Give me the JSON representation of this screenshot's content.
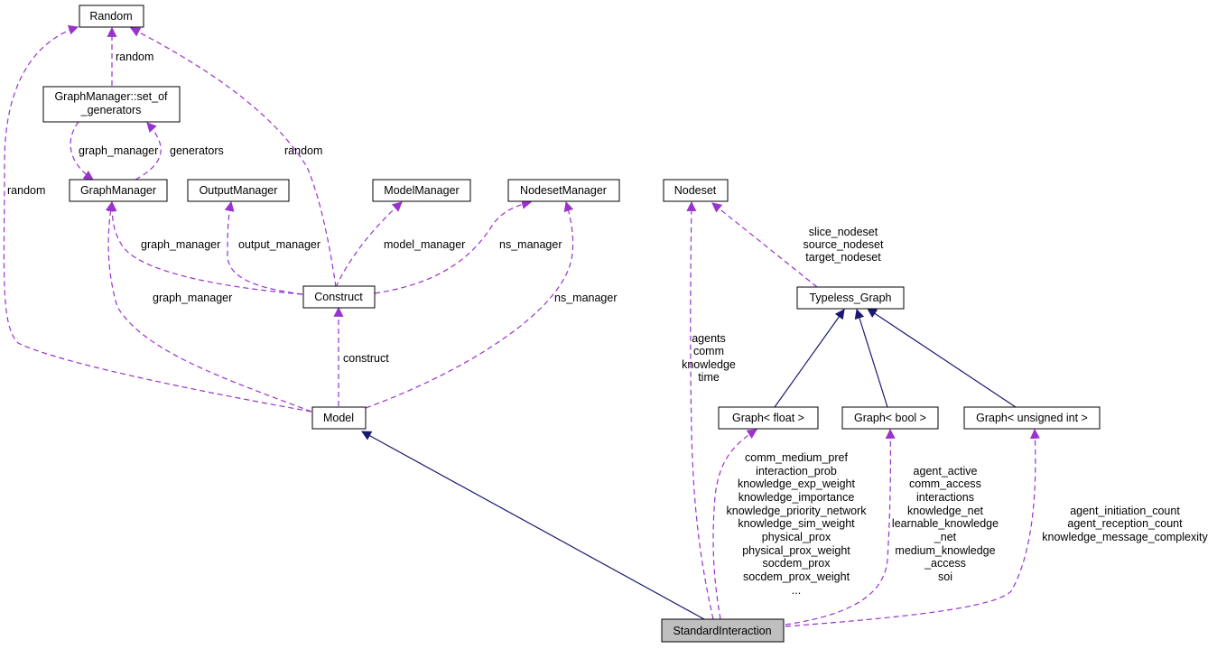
{
  "nodes": {
    "random": "Random",
    "set_of_generators": [
      "GraphManager::set_of",
      "_generators"
    ],
    "graph_manager": "GraphManager",
    "output_manager": "OutputManager",
    "model_manager": "ModelManager",
    "nodeset_manager": "NodesetManager",
    "nodeset": "Nodeset",
    "construct": "Construct",
    "typeless_graph": "Typeless_Graph",
    "model": "Model",
    "graph_float": "Graph< float >",
    "graph_bool": "Graph< bool >",
    "graph_uint": "Graph< unsigned int >",
    "standard_interaction": "StandardInteraction"
  },
  "edge_labels": {
    "random_set": [
      "random"
    ],
    "random_model": [
      "random"
    ],
    "random_construct": [
      "random"
    ],
    "graph_manager_set": [
      "graph_manager"
    ],
    "set_graph_manager": [
      "generators"
    ],
    "graph_manager_construct": [
      "graph_manager"
    ],
    "output_manager_construct": [
      "output_manager"
    ],
    "model_manager_construct": [
      "model_manager"
    ],
    "ns_manager_construct": [
      "ns_manager"
    ],
    "graph_manager_model": [
      "graph_manager"
    ],
    "ns_manager_model": [
      "ns_manager"
    ],
    "construct_model": [
      "construct"
    ],
    "nodeset_typeless": [
      "slice_nodeset",
      "source_nodeset",
      "target_nodeset"
    ],
    "nodeset_si": [
      "agents",
      "comm",
      "knowledge",
      "time"
    ],
    "graph_float_si": [
      "comm_medium_pref",
      "interaction_prob",
      "knowledge_exp_weight",
      "knowledge_importance",
      "knowledge_priority_network",
      "knowledge_sim_weight",
      "physical_prox",
      "physical_prox_weight",
      "socdem_prox",
      "socdem_prox_weight",
      "..."
    ],
    "graph_bool_si": [
      "agent_active",
      "comm_access",
      "interactions",
      "knowledge_net",
      "learnable_knowledge",
      "_net",
      "medium_knowledge",
      "_access",
      "soi"
    ],
    "graph_uint_si": [
      "agent_initiation_count",
      "agent_reception_count",
      "knowledge_message_complexity"
    ]
  },
  "colors": {
    "usage_edge": "#9a32cd",
    "inheritance_edge": "#191970",
    "highlight_fill": "#bfbfbf"
  }
}
